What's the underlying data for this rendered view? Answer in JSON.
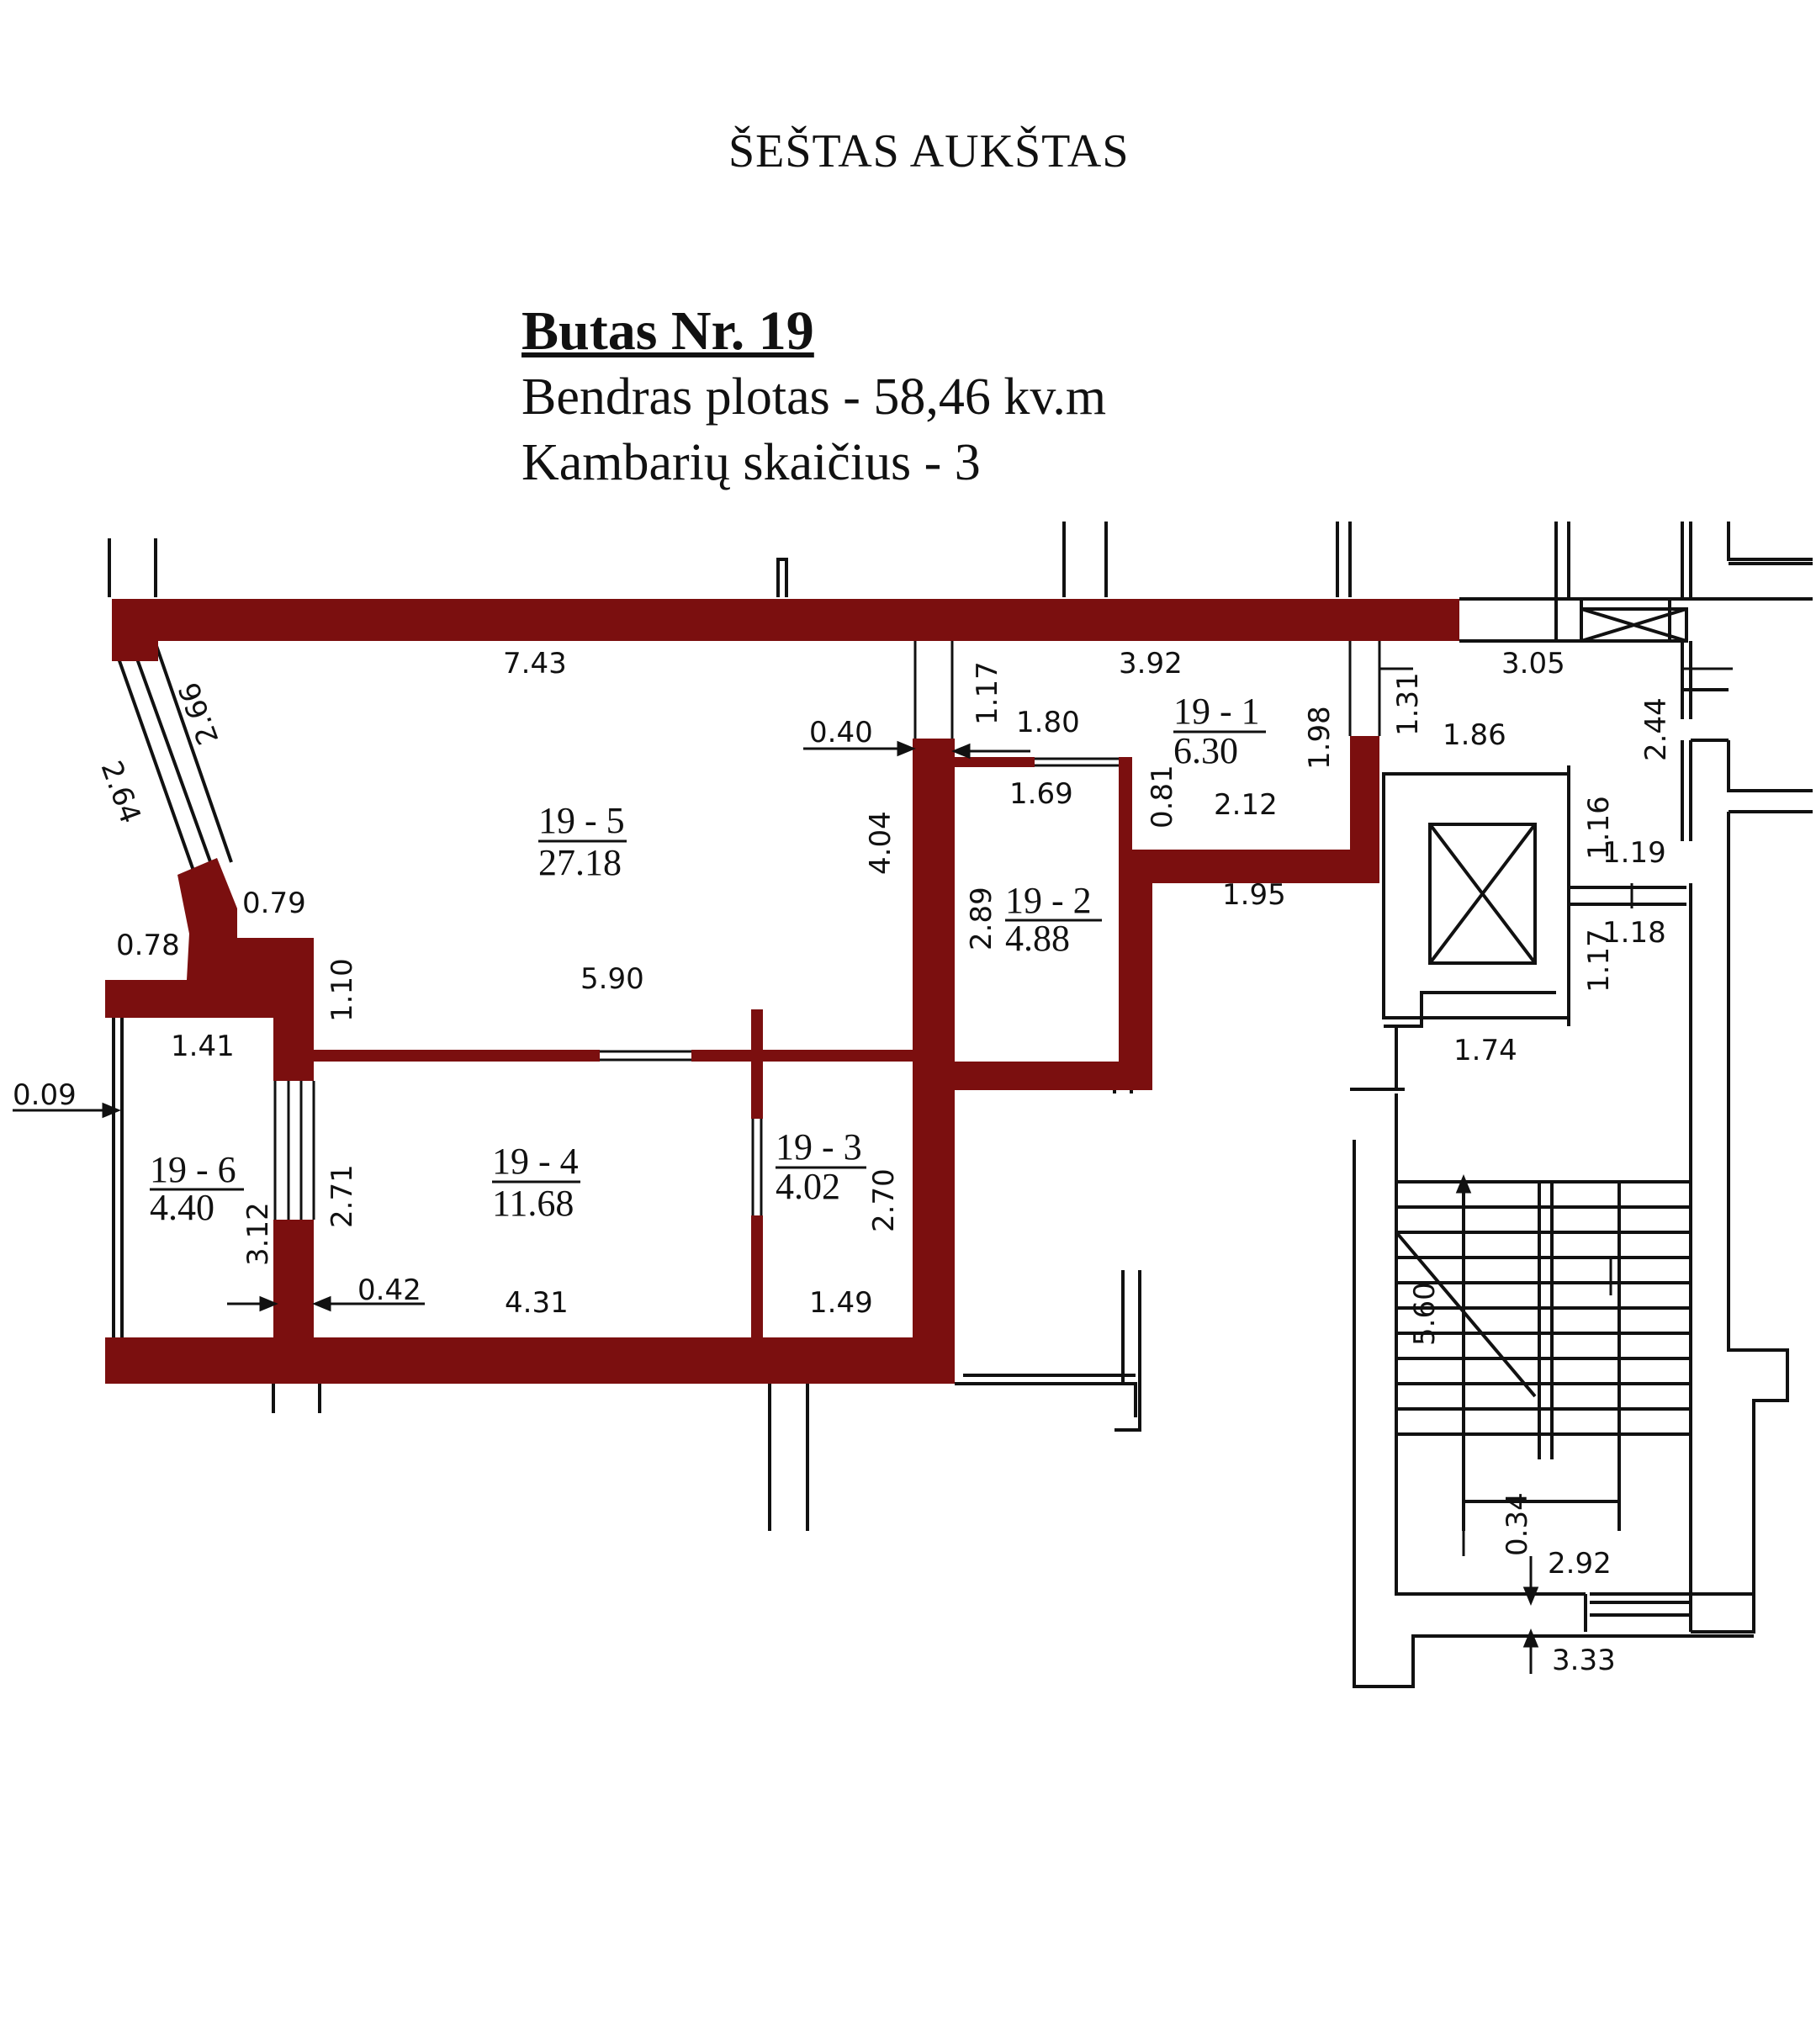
{
  "header": {
    "floor_title": "ŠEŠTAS AUKŠTAS",
    "apartment_title": "Butas Nr. 19",
    "total_area": "Bendras plotas - 58,46 kv.m",
    "room_count": "Kambarių skaičius - 3"
  },
  "colors": {
    "wall": "#7B0F0F",
    "line": "#111111",
    "background": "#FFFFFF"
  },
  "rooms": [
    {
      "id": "19 - 1",
      "area": "6.30"
    },
    {
      "id": "19 - 2",
      "area": "4.88"
    },
    {
      "id": "19 - 3",
      "area": "4.02"
    },
    {
      "id": "19 - 4",
      "area": "11.68"
    },
    {
      "id": "19 - 5",
      "area": "27.18"
    },
    {
      "id": "19 - 6",
      "area": "4.40"
    }
  ],
  "dimensions": {
    "d743": "7.43",
    "d392": "3.92",
    "d305": "3.05",
    "d117a": "1.17",
    "d180": "1.80",
    "d040": "0.40",
    "d131": "1.31",
    "d198": "1.98",
    "d186": "1.86",
    "d244": "2.44",
    "d264": "2.64",
    "d266": "2.66",
    "d169": "1.69",
    "d081": "0.81",
    "d212": "2.12",
    "d404": "4.04",
    "d116": "1.16",
    "d119": "1.19",
    "d195": "1.95",
    "d079": "0.79",
    "d078": "0.78",
    "d289": "2.89",
    "d118": "1.18",
    "d117b": "1.17",
    "d110": "1.10",
    "d590": "5.90",
    "d141": "1.41",
    "d174": "1.74",
    "d009": "0.09",
    "d271": "2.71",
    "d270": "2.70",
    "d312": "3.12",
    "d042": "0.42",
    "d431": "4.31",
    "d149": "1.49",
    "d560": "5.60",
    "d034": "0.34",
    "d292": "2.92",
    "d333": "3.33"
  }
}
